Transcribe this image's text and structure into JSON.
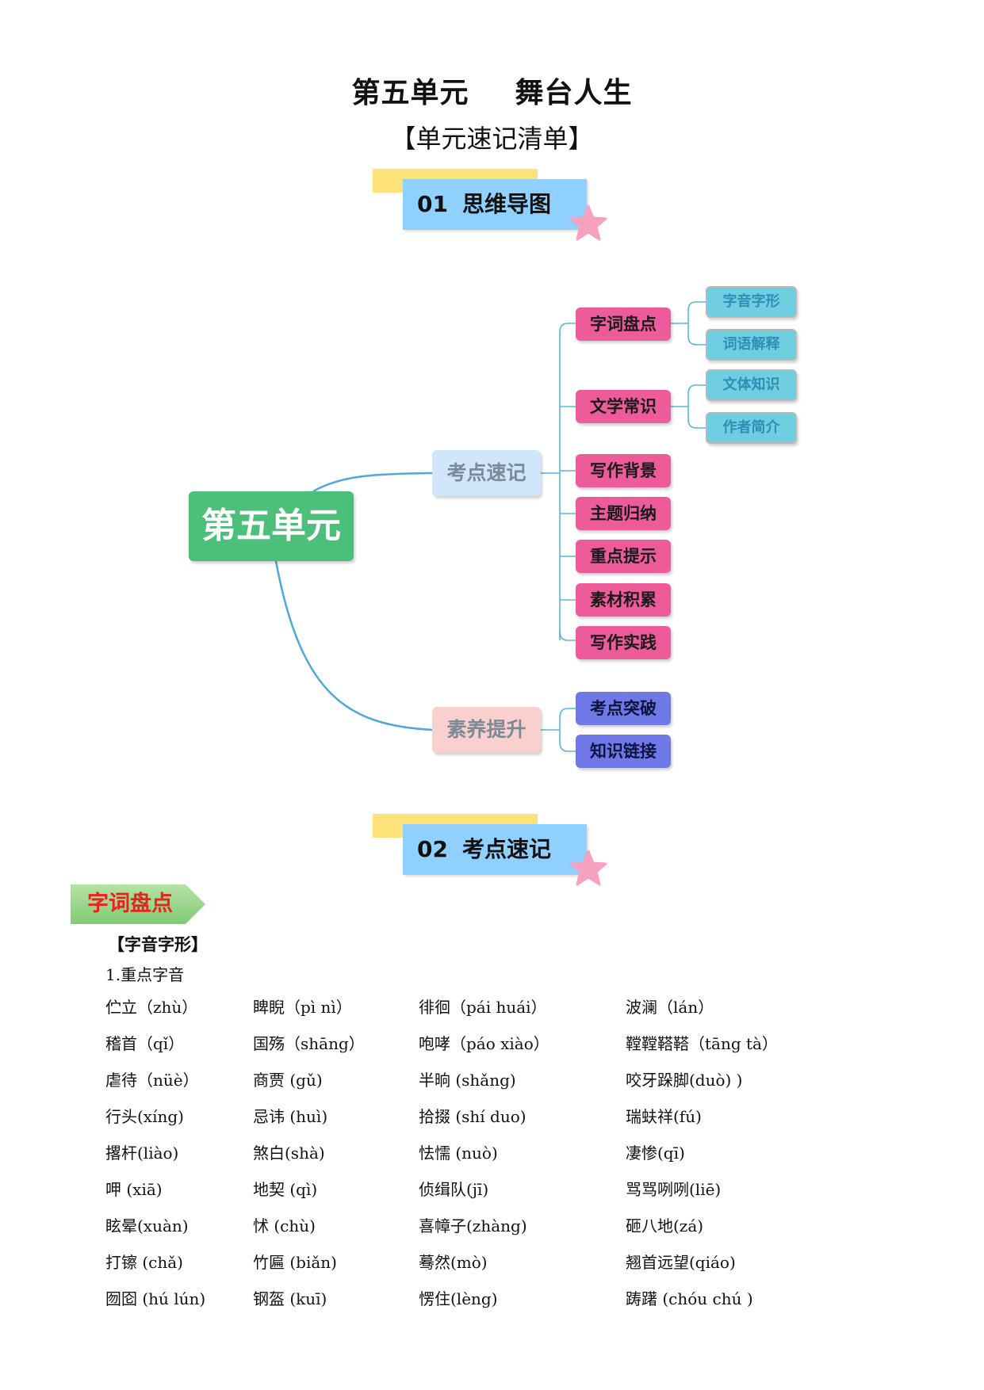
{
  "header": {
    "title_left": "第五单元",
    "title_right": "舞台人生",
    "subtitle": "【单元速记清单】"
  },
  "section1": {
    "number": "01",
    "label": "思维导图"
  },
  "section2": {
    "number": "02",
    "label": "考点速记"
  },
  "mindmap": {
    "root": "第五单元",
    "branch_a": "考点速记",
    "branch_b": "素养提升",
    "a_children": [
      "字词盘点",
      "文学常识",
      "写作背景",
      "主题归纳",
      "重点提示",
      "素材积累",
      "写作实践"
    ],
    "zici_children": [
      "字音字形",
      "词语解释"
    ],
    "wenxue_children": [
      "文体知识",
      "作者简介"
    ],
    "b_children": [
      "考点突破",
      "知识链接"
    ]
  },
  "content": {
    "tag": "字词盘点",
    "subheading": "【字音字形】",
    "line1": "1.重点字音",
    "rows": [
      [
        "伫立（zhù）",
        "睥睨（pì nì）",
        "徘徊（pái huái）",
        "波澜（lán）"
      ],
      [
        "稽首（qǐ）",
        "国殇（shāng）",
        "咆哮（páo xiào）",
        "鞺鞺鞳鞳（tāng tà）"
      ],
      [
        "虐待（nüè）",
        "商贾 (gǔ)",
        "半晌 (shǎng)",
        "咬牙跺脚(duò) )"
      ],
      [
        "行头(xíng)",
        "忌讳 (huì)",
        "拾掇 (shí duo)",
        "瑞蚨祥(fú)"
      ],
      [
        "撂杆(liào)",
        "煞白(shà)",
        "怯懦 (nuò)",
        "凄惨(qī)"
      ],
      [
        "呷 (xiā)",
        "地契 (qì)",
        "侦缉队(jī)",
        "骂骂咧咧(liē)"
      ],
      [
        "眩晕(xuàn)",
        "怵 (chù)",
        "喜幛子(zhàng)",
        "砸八地(zá)"
      ],
      [
        "打镲 (chǎ)",
        "竹匾 (biǎn)",
        "蓦然(mò)",
        "翘首远望(qiáo)"
      ],
      [
        "囫囵 (hú lún)",
        "钢盔 (kuī)",
        "愣住(lèng)",
        "踌躇 (chóu chú )"
      ]
    ]
  }
}
